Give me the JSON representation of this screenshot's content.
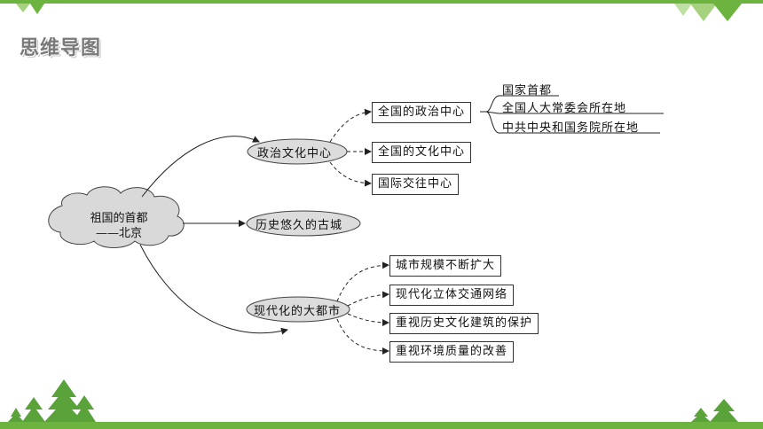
{
  "heading": "思维导图",
  "root": {
    "line1": "祖国的首都",
    "line2": "——北京"
  },
  "branches": [
    {
      "label": "政治文化中心",
      "children": [
        {
          "label": "全国的政治中心",
          "leaves": [
            "国家首都",
            "全国人大常委会所在地",
            "中共中央和国务院所在地"
          ]
        },
        {
          "label": "全国的文化中心"
        },
        {
          "label": "国际交往中心"
        }
      ]
    },
    {
      "label": "历史悠久的古城"
    },
    {
      "label": "现代化的大都市",
      "children": [
        {
          "label": "城市规模不断扩大"
        },
        {
          "label": "现代化立体交通网络"
        },
        {
          "label": "重视历史文化建筑的保护"
        },
        {
          "label": "重视环境质量的改善"
        }
      ]
    }
  ],
  "colors": {
    "accent": "#6cb33f",
    "cloud": "#d9d9d9",
    "oval": "#dcdcdc"
  }
}
